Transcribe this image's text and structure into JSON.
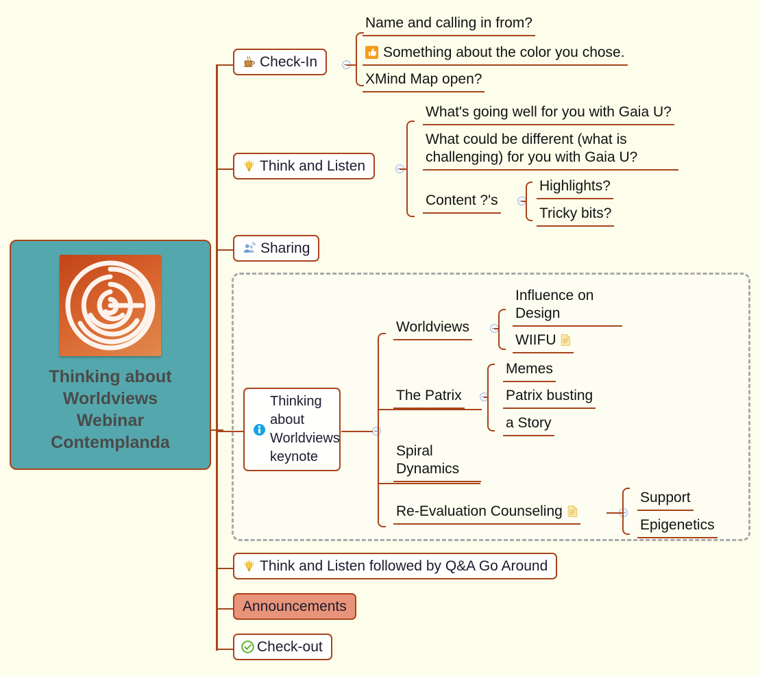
{
  "canvas": {
    "background": "#FDFDEB",
    "branch_color": "#A8441A",
    "boundary_color": "#A9A9A9"
  },
  "root": {
    "title_lines": [
      "Thinking about",
      "Worldviews",
      "Webinar",
      "Contemplanda"
    ],
    "title_text": "Thinking about Worldviews Webinar Contemplanda",
    "fill": "#54A8AD",
    "logo_icon": "labyrinth-logo"
  },
  "branches": [
    {
      "id": "check-in",
      "label": "Check-In",
      "icon": "coffee-cup-icon",
      "children": [
        {
          "label": "Name and calling in from?",
          "icon": null
        },
        {
          "label": "Something about the color you chose.",
          "icon": "thumbs-up-icon"
        },
        {
          "label": "XMind Map open?",
          "icon": null
        }
      ]
    },
    {
      "id": "think-and-listen",
      "label": "Think and Listen",
      "icon": "lightbulb-icon",
      "children": [
        {
          "label": "What's going well for you with Gaia U?"
        },
        {
          "label": "What could be different (what is challenging) for you with Gaia U?"
        },
        {
          "label": "Content ?'s",
          "children": [
            {
              "label": "Highlights?"
            },
            {
              "label": "Tricky bits?"
            }
          ]
        }
      ]
    },
    {
      "id": "sharing",
      "label": "Sharing",
      "icon": "people-sharing-icon",
      "children": []
    },
    {
      "id": "keynote",
      "label_lines": [
        "Thinking",
        "about",
        "Worldviews",
        "keynote"
      ],
      "label": "Thinking about Worldviews keynote",
      "icon": "info-icon",
      "boundary": true,
      "children": [
        {
          "label": "Worldviews",
          "children": [
            {
              "label": "Influence on Design"
            },
            {
              "label": "WIIFU",
              "icon": "note-icon"
            }
          ]
        },
        {
          "label": "The Patrix",
          "children": [
            {
              "label": "Memes"
            },
            {
              "label": "Patrix busting"
            },
            {
              "label": "a Story"
            }
          ]
        },
        {
          "label": "Spiral Dynamics"
        },
        {
          "label": "Re-Evaluation Counseling",
          "icon": "note-icon",
          "children": [
            {
              "label": "Support"
            },
            {
              "label": "Epigenetics"
            }
          ]
        }
      ]
    },
    {
      "id": "think-listen-qa",
      "label": "Think and Listen followed by Q&A Go Around",
      "icon": "lightbulb-icon",
      "children": []
    },
    {
      "id": "announcements",
      "label": "Announcements",
      "icon": null,
      "fill": "#E8947A",
      "children": []
    },
    {
      "id": "check-out",
      "label": "Check-out",
      "icon": "green-check-icon",
      "children": []
    }
  ]
}
